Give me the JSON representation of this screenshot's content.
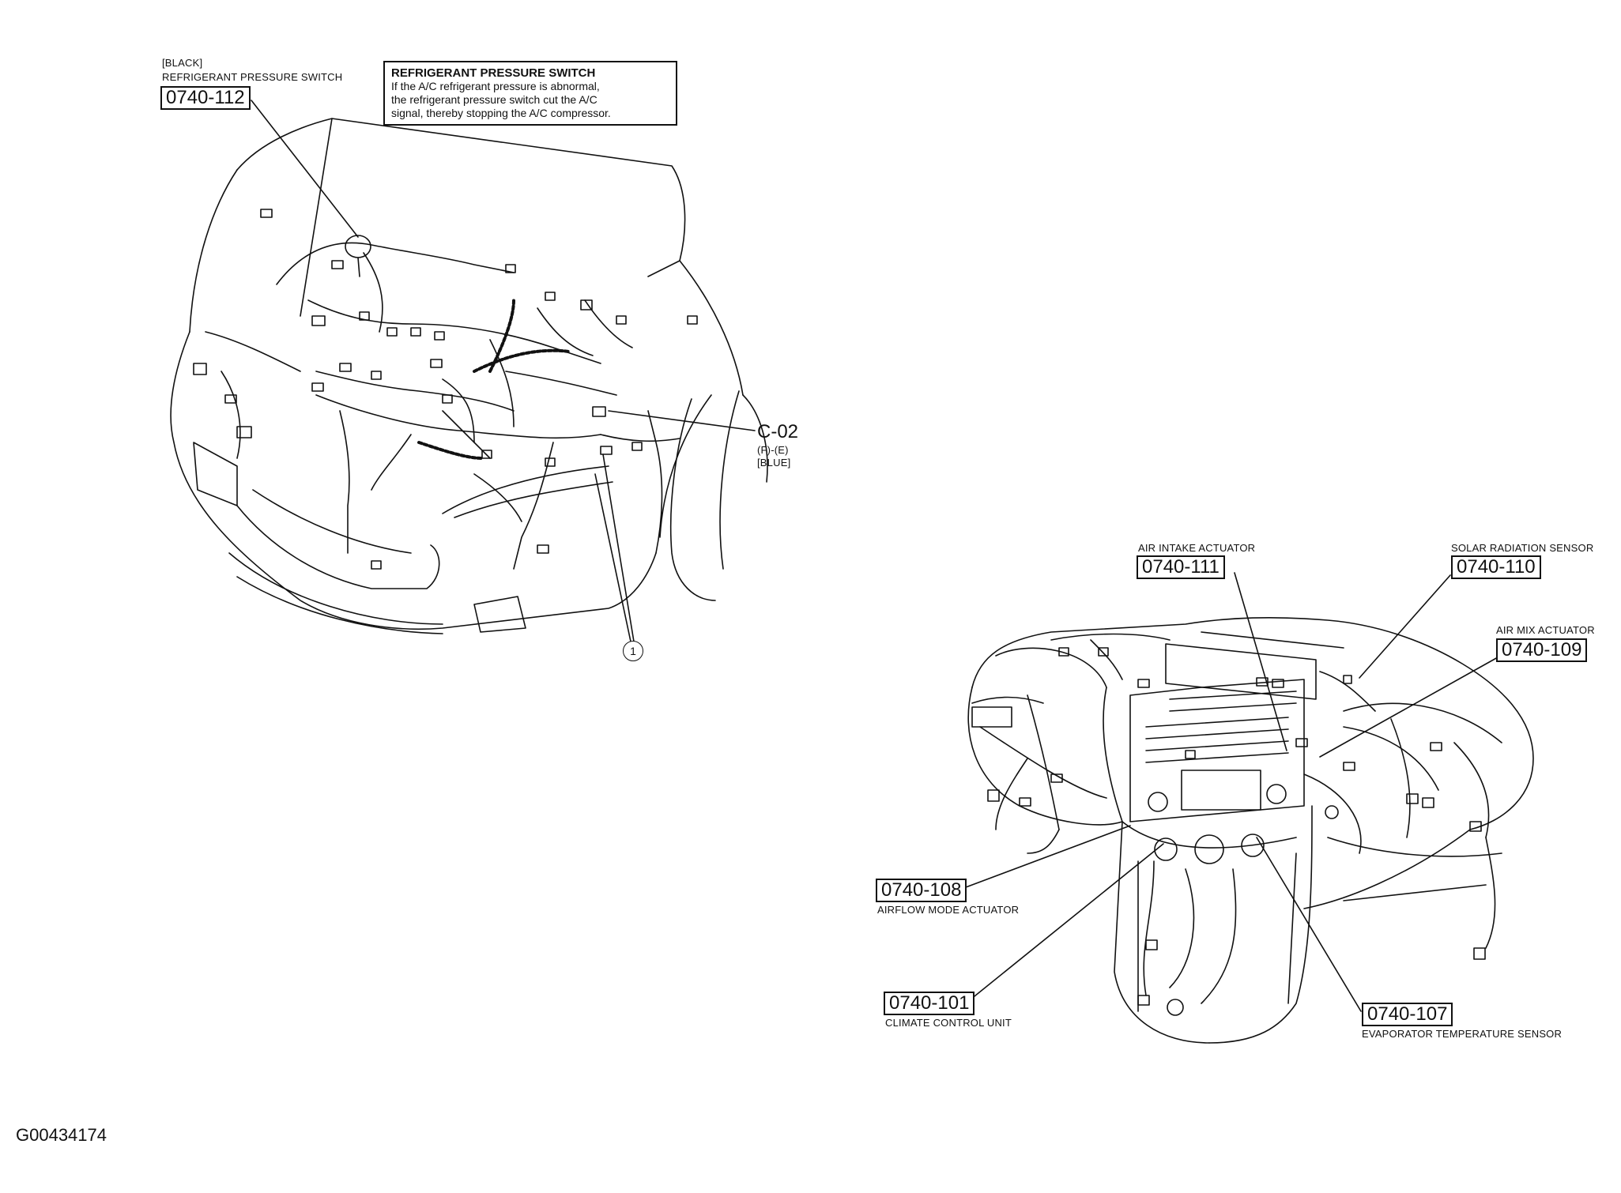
{
  "engine_bay": {
    "switch_color": "[BLACK]",
    "switch_name": "REFRIGERANT PRESSURE SWITCH",
    "switch_code": "0740-112",
    "note_title": "REFRIGERANT PRESSURE SWITCH",
    "note_body": "If the A/C refrigerant pressure is abnormal,\nthe refrigerant pressure switch cut the A/C\nsignal, thereby stopping the A/C compressor.",
    "connector_id": "C-02",
    "connector_pins": "(F)-(E)",
    "connector_color": "[BLUE]",
    "callout": "1"
  },
  "dashboard": {
    "air_intake": {
      "name": "AIR INTAKE ACTUATOR",
      "code": "0740-111"
    },
    "solar": {
      "name": "SOLAR RADIATION SENSOR",
      "code": "0740-110"
    },
    "air_mix": {
      "name": "AIR MIX ACTUATOR",
      "code": "0740-109"
    },
    "airflow_mode": {
      "name": "AIRFLOW MODE ACTUATOR",
      "code": "0740-108"
    },
    "climate_unit": {
      "name": "CLIMATE CONTROL UNIT",
      "code": "0740-101"
    },
    "evaporator": {
      "name": "EVAPORATOR TEMPERATURE SENSOR",
      "code": "0740-107"
    }
  },
  "figure_id": "G00434174"
}
